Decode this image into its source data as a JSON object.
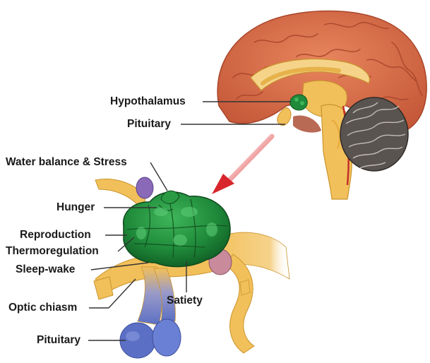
{
  "labels": {
    "hypothalamus": "Hypothalamus",
    "pituitary_top": "Pituitary",
    "water_balance": "Water balance & Stress",
    "hunger": "Hunger",
    "reproduction": "Reproduction",
    "thermoregulation": "Thermoregulation",
    "sleep_wake": "Sleep-wake",
    "optic_chiasm": "Optic chiasm",
    "satiety": "Satiety",
    "pituitary_bottom": "Pituitary"
  },
  "colors": {
    "cortex": "#d96a45",
    "cortex_dark": "#a8452a",
    "brainstem": "#f2c05a",
    "cerebellum": "#5a5450",
    "hypothalamus": "#1e8a3a",
    "pituitary": "#6a7bc8",
    "arrow": "#d8262c",
    "label": "#1a1a1a"
  }
}
